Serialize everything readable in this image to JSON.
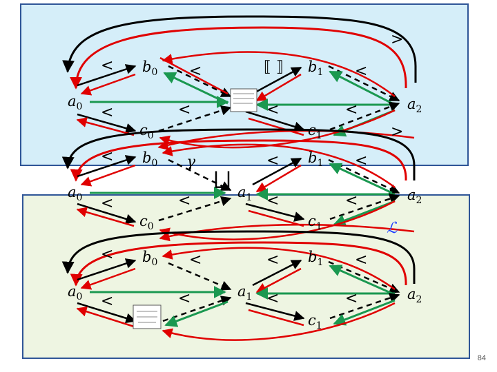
{
  "colors": {
    "top_panel_fill": "#d5eef9",
    "bottom_panel_fill": "#eef5e2",
    "panel_border": "#2f5597",
    "arrow_black": "#000000",
    "arrow_red": "#e00000",
    "arrow_green": "#1a9850",
    "symbol_blue": "#1f3fff"
  },
  "nodes": {
    "a0": {
      "base": "a",
      "sub": "0"
    },
    "b0": {
      "base": "b",
      "sub": "0"
    },
    "c0": {
      "base": "c",
      "sub": "0"
    },
    "a1": {
      "base": "a",
      "sub": "1"
    },
    "b1": {
      "base": "b",
      "sub": "1"
    },
    "c1": {
      "base": "c",
      "sub": "1"
    },
    "a2": {
      "base": "a",
      "sub": "2"
    }
  },
  "symbols": {
    "less": "<",
    "greater": ">",
    "semantic_brackets": "⟦ ⟧",
    "gamma": "γ",
    "join": "⨆",
    "script_l": "ℒ"
  },
  "page_number": "84"
}
